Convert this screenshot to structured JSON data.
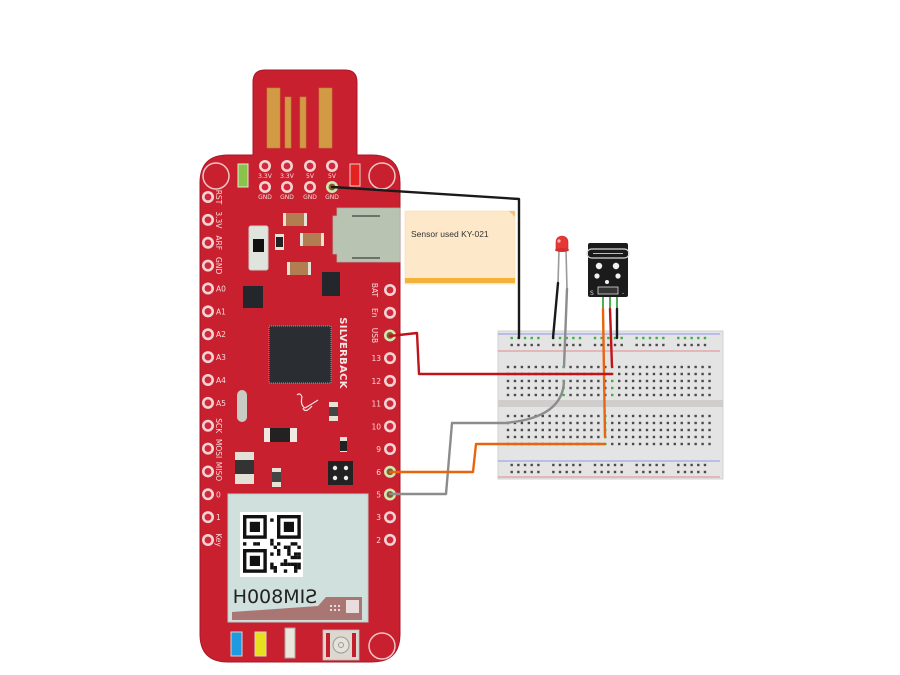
{
  "board": {
    "brand": "SILVERBACK",
    "module_label": "SIM800H",
    "top_header": {
      "top_labels": [
        "3.3V",
        "3.3V",
        "5V",
        "5V"
      ],
      "bottom_labels": [
        "GND",
        "GND",
        "GND",
        "GND"
      ]
    },
    "left_pins": [
      "RST",
      "3.3V",
      "ARF",
      "GND",
      "A0",
      "A1",
      "A2",
      "A3",
      "A4",
      "A5",
      "SCK",
      "MOSI",
      "MISO",
      "0",
      "1",
      "Key"
    ],
    "right_pins": [
      "BAT",
      "En",
      "USB",
      "13",
      "12",
      "11",
      "10",
      "9",
      "6",
      "5",
      "3",
      "2"
    ]
  },
  "note": {
    "text": "Sensor used KY-021"
  },
  "sensor": {
    "pin_labels": [
      "S",
      "-"
    ]
  },
  "colors": {
    "board": "#c8202f",
    "board_edge": "#a8182a",
    "breadboard": "#e4e4e4",
    "note_bg": "#fde9c9",
    "note_bar": "#f5b23a",
    "wire_black": "#1a1a1a",
    "wire_gray": "#8c8c8c",
    "wire_red": "#c0141a",
    "wire_orange": "#e8650f",
    "hole_active": "#3cb043",
    "led_red": "#e53935"
  }
}
